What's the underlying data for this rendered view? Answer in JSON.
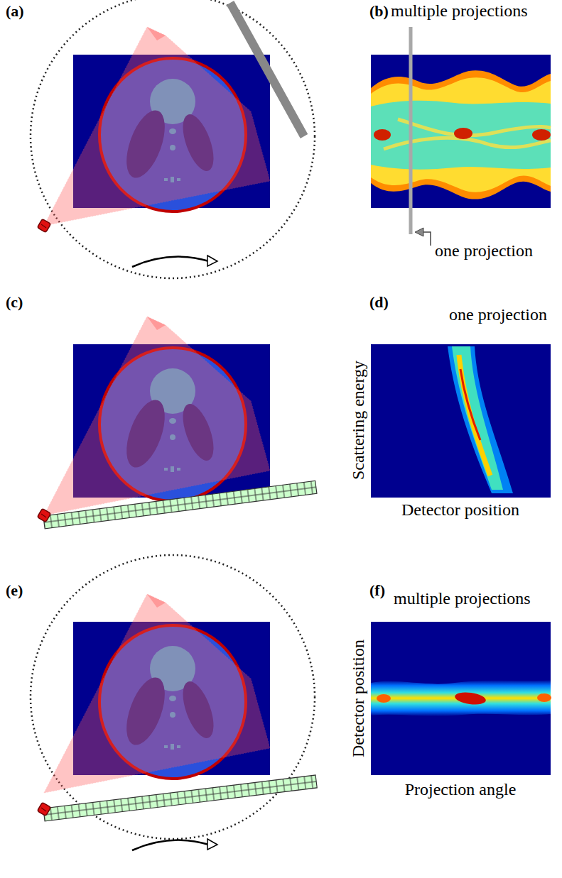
{
  "diagram": {
    "labels": [
      "(a)",
      "(b)",
      "multiple projections",
      "one projection",
      "(c)",
      "(d)",
      "one projection",
      "Scattering energy",
      "Detector position",
      "(e)",
      "(f)",
      "multiple projections",
      "Detector position",
      "Projection angle"
    ]
  }
}
